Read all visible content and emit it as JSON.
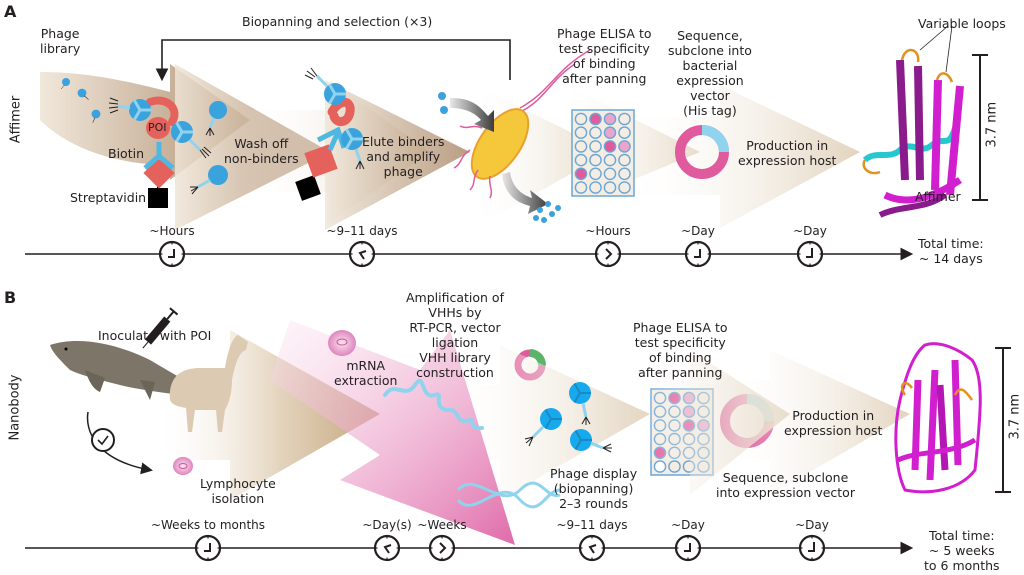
{
  "panels": [
    {
      "id": "A",
      "letter": "A",
      "row_label": "Affimer",
      "loop_label": "Biopanning and selection (×3)",
      "steps": {
        "phage_library": [
          "Phage",
          "library"
        ],
        "poi": "POI",
        "biotin": "Biotin",
        "streptavidin": "Streptavidin",
        "wash": [
          "Wash off",
          "non-binders"
        ],
        "elute": [
          "Elute binders",
          "and amplify",
          "phage"
        ],
        "elisa": [
          "Phage ELISA to",
          "test specificity",
          "of binding",
          "after panning"
        ],
        "sequence": [
          "Sequence,",
          "subclone into",
          "bacterial",
          "expression",
          "vector",
          "(His tag)"
        ],
        "production": [
          "Production in",
          "expression host"
        ],
        "variable_loops": "Variable loops",
        "protein_name": "Affimer",
        "scale": "3.7 nm"
      },
      "timeline": {
        "markers": [
          "~Hours",
          "~9–11 days",
          "~Hours",
          "~Day",
          "~Day"
        ],
        "total": [
          "Total time:",
          "~ 14 days"
        ]
      },
      "elisa_wells": [
        [
          "empty",
          "dark",
          "light",
          "empty"
        ],
        [
          "empty",
          "empty",
          "light",
          "empty"
        ],
        [
          "empty",
          "empty",
          "dark",
          "light"
        ],
        [
          "empty",
          "empty",
          "empty",
          "empty"
        ],
        [
          "dark",
          "empty",
          "empty",
          "empty"
        ],
        [
          "empty",
          "empty",
          "empty",
          "empty"
        ]
      ]
    },
    {
      "id": "B",
      "letter": "B",
      "row_label": "Nanobody",
      "steps": {
        "inoculate": "Inoculate with POI",
        "lymphocyte": [
          "Lymphocyte",
          "isolation"
        ],
        "mrna": [
          "mRNA",
          "extraction"
        ],
        "amplification": [
          "Amplification of",
          "VHHs by",
          "RT-PCR, vector",
          "ligation",
          "VHH library",
          "construction"
        ],
        "phage_display": [
          "Phage display",
          "(biopanning)",
          "2–3 rounds"
        ],
        "elisa": [
          "Phage ELISA to",
          "test specificity",
          "of binding",
          "after panning"
        ],
        "production": [
          "Production in",
          "expression host"
        ],
        "sequence": [
          "Sequence, subclone",
          "into expression vector"
        ],
        "scale": "3.7 nm"
      },
      "timeline": {
        "markers": [
          "~Weeks to months",
          "~Day(s)",
          "~Weeks",
          "~9–11 days",
          "~Day",
          "~Day"
        ],
        "total": [
          "Total time:",
          "~ 5 weeks",
          "to 6 months"
        ]
      },
      "elisa_wells": [
        [
          "empty",
          "dark",
          "light",
          "empty"
        ],
        [
          "empty",
          "empty",
          "light",
          "empty"
        ],
        [
          "empty",
          "empty",
          "dark",
          "light"
        ],
        [
          "empty",
          "empty",
          "empty",
          "empty"
        ],
        [
          "dark",
          "empty",
          "empty",
          "empty"
        ],
        [
          "white",
          "empty",
          "empty",
          "empty"
        ]
      ]
    }
  ],
  "colors": {
    "arrow_tan": "#c8ad85",
    "arrow_light": "#f3ece2",
    "pink": "#e05a9e",
    "light_pink": "#e8a6cc",
    "blue_light": "#8fd3ee",
    "blue_phage": "#3aa2dc",
    "salmon": "#e5625c",
    "magenta": "#d11fcf",
    "purple": "#8a1b8d",
    "cyan": "#27c7cf",
    "orange": "#e0931e",
    "green": "#5cb46b",
    "yellow": "#f5c83c",
    "well_border": "#6aa6d6"
  }
}
